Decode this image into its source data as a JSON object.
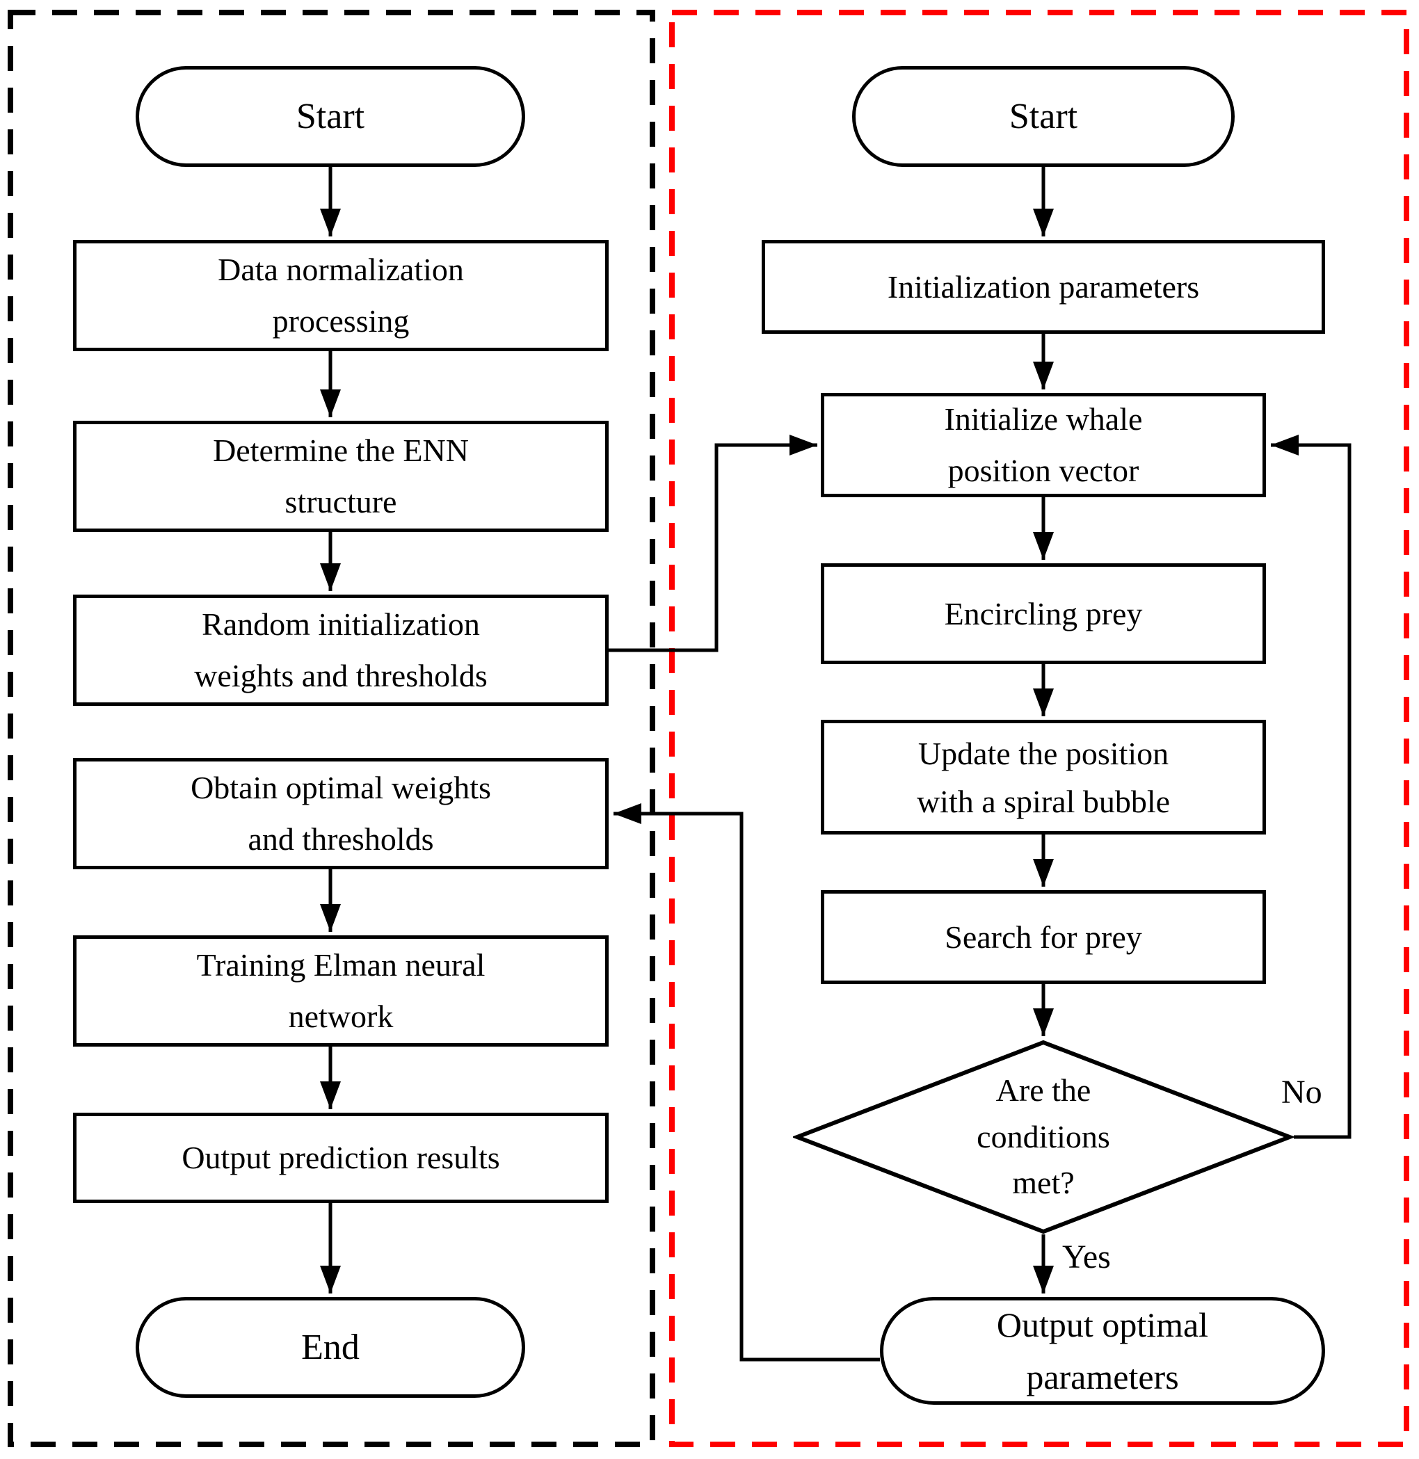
{
  "colors": {
    "line": "#000000",
    "enn_panel_border": "#000000",
    "woa_panel_border": "#ff0000",
    "node_fill": "#ffffff"
  },
  "enn": {
    "start": "Start",
    "data_normalization": "Data normalization\nprocessing",
    "determine_structure": "Determine the ENN\nstructure",
    "random_initialization": "Random initialization\nweights and thresholds",
    "obtain_optimal": "Obtain optimal weights\nand thresholds",
    "training": "Training Elman neural\nnetwork",
    "output_prediction": "Output prediction results",
    "end": "End"
  },
  "woa": {
    "start": "Start",
    "initialization_parameters": "Initialization parameters",
    "initialize_whale_position": "Initialize whale\nposition vector",
    "encircling_prey": "Encircling prey",
    "update_spiral_bubble": "Update the position\nwith a spiral bubble",
    "search_for_prey": "Search for prey",
    "conditions_met": "Are the\nconditions\nmet?",
    "output_optimal": "Output optimal\nparameters",
    "yes_label": "Yes",
    "no_label": "No"
  }
}
